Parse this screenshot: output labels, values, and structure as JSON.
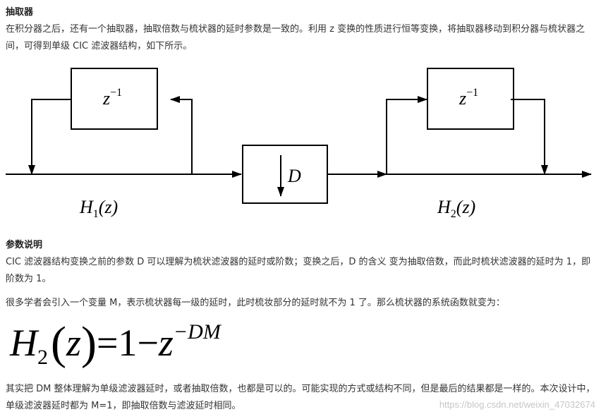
{
  "section1": {
    "heading": "抽取器",
    "para": "在积分器之后，还有一个抽取器，抽取倍数与梳状器的延时参数是一致的。利用 z 变换的性质进行恒等变换，将抽取器移动到积分器与梳状器之间，可得到单级 CIC 滤波器结构，如下所示。"
  },
  "diagram": {
    "delay_base": "z",
    "delay_exp": "−1",
    "decimator_label": "D",
    "h1_base": "H",
    "h1_sub": "1",
    "h1_arg": "(z)",
    "h2_base": "H",
    "h2_sub": "2",
    "h2_arg": "(z)"
  },
  "section2": {
    "heading": "参数说明",
    "para1": "CIC 滤波器结构变换之前的参数 D 可以理解为梳状滤波器的延时或阶数；变换之后，D 的含义 变为抽取倍数，而此时梳状滤波器的延时为 1，即阶数为 1。",
    "para2": "很多学者会引入一个变量 M，表示梳状器每一级的延时，此时梳妆部分的延时就不为 1 了。那么梳状器的系统函数就变为："
  },
  "formula": {
    "H": "H",
    "sub": "2",
    "lparen": "(",
    "z": "z",
    "rparen": ")",
    "rest": "=1−",
    "z2": "z",
    "exp": "−DM"
  },
  "section3": {
    "para": "其实把 DM 整体理解为单级滤波器延时，或者抽取倍数，也都是可以的。可能实现的方式或结构不同，但是最后的结果都是一样的。本次设计中，单级滤波器延时都为 M=1，即抽取倍数与滤波延时相同。"
  },
  "watermark": "https://blog.csdn.net/weixin_47032674"
}
